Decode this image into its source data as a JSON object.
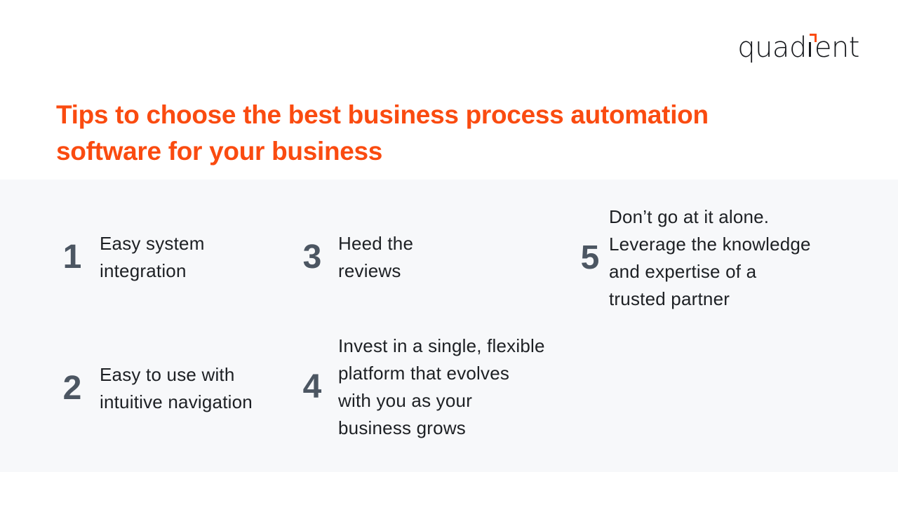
{
  "brand": {
    "name": "quadient",
    "logo_left": "quad",
    "logo_right": "ent",
    "accent_color": "#FA4B10",
    "logo_color": "#17191D"
  },
  "header": {
    "title": "Tips to choose the best business process automation\nsoftware for your business",
    "title_color": "#FA4B10"
  },
  "tips_section": {
    "background_color": "#F7F8FA",
    "number_color": "#4C5662",
    "text_color": "#1D2024",
    "items": [
      {
        "number": "1",
        "text": "Easy system\nintegration"
      },
      {
        "number": "2",
        "text": "Easy to use with\nintuitive navigation"
      },
      {
        "number": "3",
        "text": "Heed the\nreviews"
      },
      {
        "number": "4",
        "text": "Invest in a single, flexible\nplatform that evolves\nwith you as your\nbusiness grows"
      },
      {
        "number": "5",
        "text": "Don’t go at it alone.\nLeverage the knowledge\nand expertise of a\ntrusted partner"
      }
    ]
  }
}
